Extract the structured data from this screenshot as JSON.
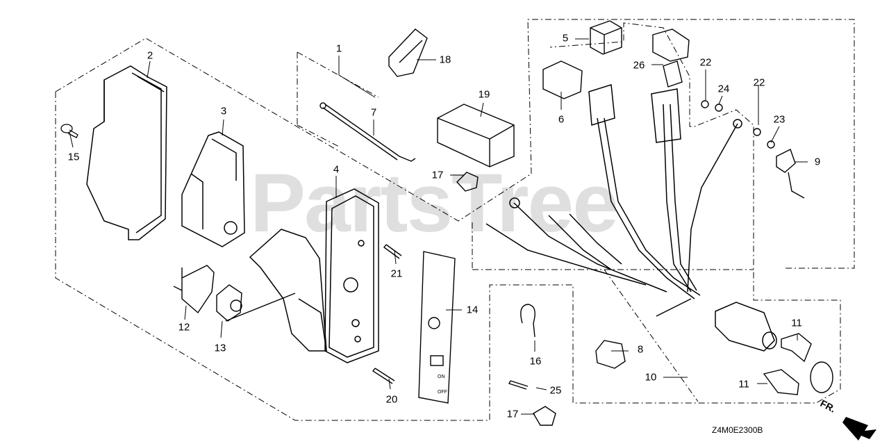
{
  "watermark": "PartsTree",
  "diagram_code": "Z4M0E2300B",
  "direction_label": "FR.",
  "callouts": {
    "n1": "1",
    "n2": "2",
    "n3": "3",
    "n4": "4",
    "n5": "5",
    "n6": "6",
    "n7": "7",
    "n8": "8",
    "n9": "9",
    "n10": "10",
    "n11a": "11",
    "n11b": "11",
    "n12": "12",
    "n13": "13",
    "n14": "14",
    "n15": "15",
    "n16": "16",
    "n17a": "17",
    "n17b": "17",
    "n18": "18",
    "n19": "19",
    "n20": "20",
    "n21": "21",
    "n22a": "22",
    "n22b": "22",
    "n23": "23",
    "n24": "24",
    "n25": "25",
    "n26": "26"
  },
  "panel_marks": {
    "on": "ON",
    "off": "OFF"
  }
}
